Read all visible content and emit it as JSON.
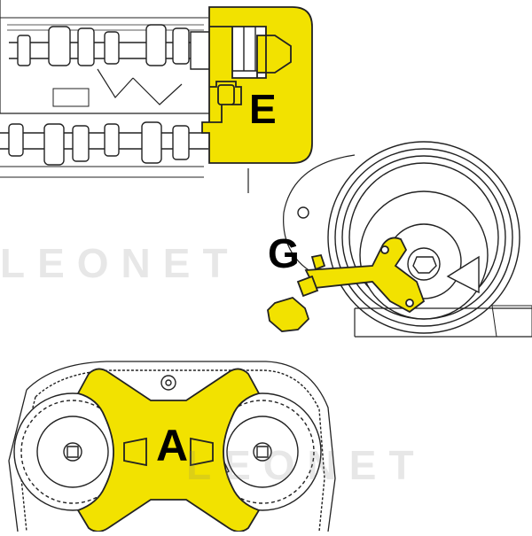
{
  "labels": {
    "camshaft_tool": "E",
    "crank_tool": "G",
    "cam_gear_tool": "A"
  },
  "watermark": {
    "line1": "LEONET",
    "line2": "LEONET"
  },
  "colors": {
    "tool_fill": "#f2e200",
    "line": "#222222",
    "background": "#ffffff"
  }
}
